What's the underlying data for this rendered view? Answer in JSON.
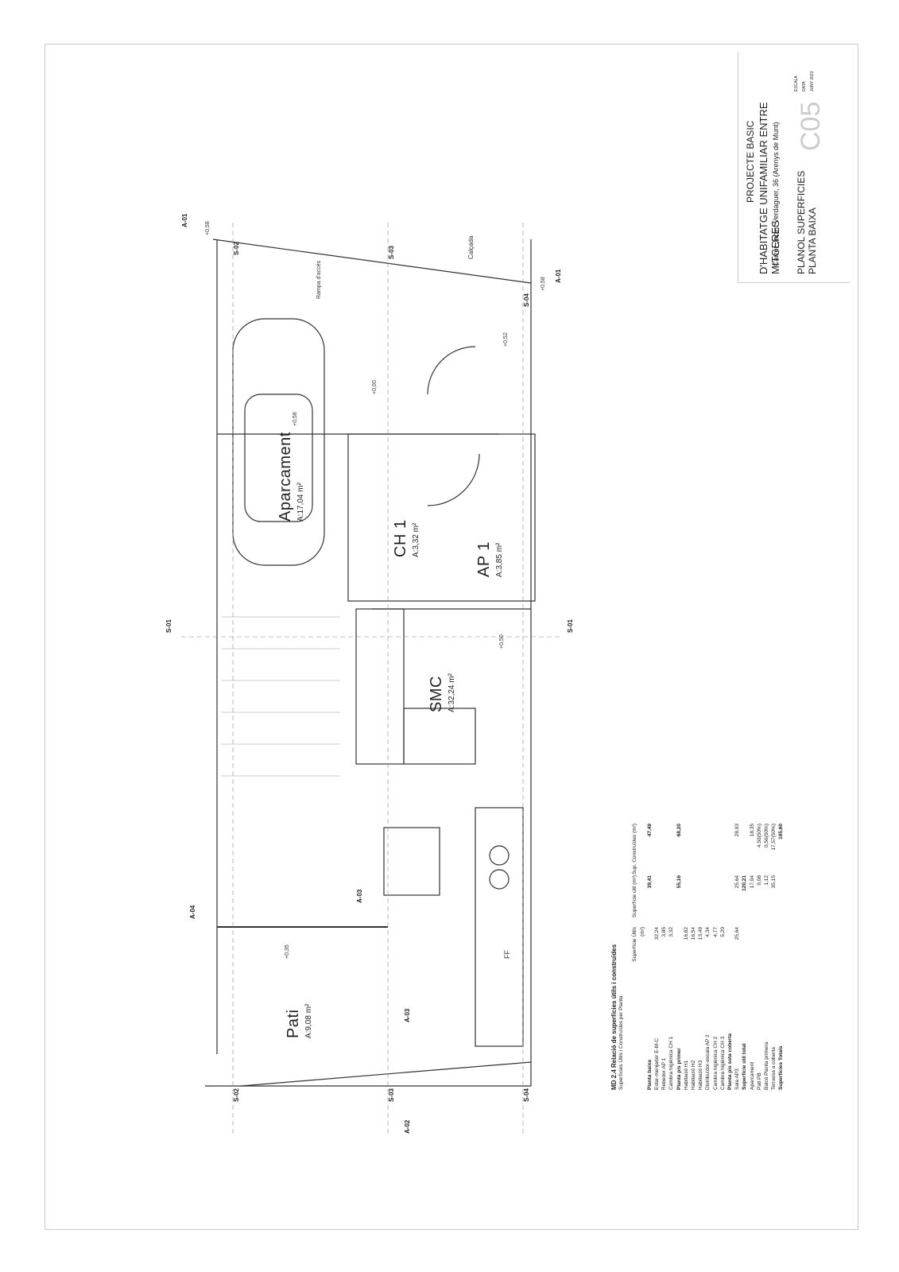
{
  "title_block": {
    "project_line1": "PROJECTE BASIC",
    "project_line2": "D'HABITATGE UNIFAMILIAR ENTRE MITGERES",
    "address": "Carrer Jacint Verdaguer, 36 (Arenys de Munt)",
    "drawing_title1": "PLANOL SUPERFICIES",
    "drawing_title2": "PLANTA BAIXA",
    "sheet_code": "C05",
    "escala_label": "ESCALA",
    "data_label": "DATA",
    "data_value": "JUNY 2023"
  },
  "rooms": [
    {
      "name": "Aparcament",
      "area": "A:17,04 m²"
    },
    {
      "name": "CH 1",
      "area": "A:3,32 m²"
    },
    {
      "name": "AP 1",
      "area": "A:3,85 m²"
    },
    {
      "name": "SMC",
      "area": "A:32,24 m²"
    },
    {
      "name": "Pati",
      "area": "A:9,08 m²"
    }
  ],
  "levels": [
    "+0,58",
    "+0,58",
    "+0,00",
    "+0,52",
    "+0,50",
    "+0,35",
    "+0,58"
  ],
  "sections": [
    "A-01",
    "A-01",
    "S-01",
    "S-01",
    "S-02",
    "S-02",
    "S-03",
    "S-03",
    "S-04",
    "S-04",
    "A-04",
    "A-03",
    "A-03",
    "A-02"
  ],
  "street": {
    "label": "Calçada",
    "note": "Rampa d'accés"
  },
  "fixtures": {
    "fridge": "FF"
  },
  "surface_table": {
    "heading": "MD 2.4 Relació de superfícies útils i construïdes",
    "subheading": "Superfícies Útils i Construïdes per Planta",
    "col_headers": [
      "Superfície Útils (m²)",
      "Superfície útil (m²)",
      "Sup. Construïdes (m²)"
    ],
    "rows": [
      {
        "label": "Planta baixa",
        "a": "",
        "b": "39,41",
        "c": "47,49",
        "bold": true
      },
      {
        "label": "Estar-menjador E-M-C",
        "a": "32,24",
        "b": "",
        "c": ""
      },
      {
        "label": "Rebedor AP 1",
        "a": "3,85",
        "b": "",
        "c": ""
      },
      {
        "label": "Cambra higiènica CH 1",
        "a": "3,32",
        "b": "",
        "c": ""
      },
      {
        "label": "Planta pis primer",
        "a": "",
        "b": "55,16",
        "c": "68,20",
        "bold": true
      },
      {
        "label": "Habitació H1",
        "a": "16,82",
        "b": "",
        "c": ""
      },
      {
        "label": "Habitació H2",
        "a": "16,54",
        "b": "",
        "c": ""
      },
      {
        "label": "Habitació H3",
        "a": "13,49",
        "b": "",
        "c": ""
      },
      {
        "label": "Distribuïdor-escala AP 2",
        "a": "4,34",
        "b": "",
        "c": ""
      },
      {
        "label": "Cambra higiènica CH 2",
        "a": "4,77",
        "b": "",
        "c": ""
      },
      {
        "label": "Cambra higiènica CH 3",
        "a": "5,20",
        "b": "",
        "c": ""
      },
      {
        "label": "Planta pis sota coberta",
        "a": "",
        "b": "",
        "c": "",
        "bold": true
      },
      {
        "label": "Sala AP3",
        "a": "25,64",
        "b": "25,64",
        "c": "28,93",
        "bold": false
      },
      {
        "label": "Superfície útil total",
        "a": "",
        "b": "120,21",
        "c": "",
        "bold": true
      },
      {
        "label": "Aparcament",
        "a": "",
        "b": "17,04",
        "c": "18,35"
      },
      {
        "label": "Pati PB",
        "a": "",
        "b": "9,08",
        "c": "4,50(50%)"
      },
      {
        "label": "Balcó Planta primera",
        "a": "",
        "b": "1,12",
        "c": "0,56(50%)"
      },
      {
        "label": "Terrassa a coberta",
        "a": "",
        "b": "35,15",
        "c": "17,57(50%)"
      },
      {
        "label": "Superfícies Totals",
        "a": "",
        "b": "",
        "c": "185,60",
        "bold": true
      }
    ]
  }
}
